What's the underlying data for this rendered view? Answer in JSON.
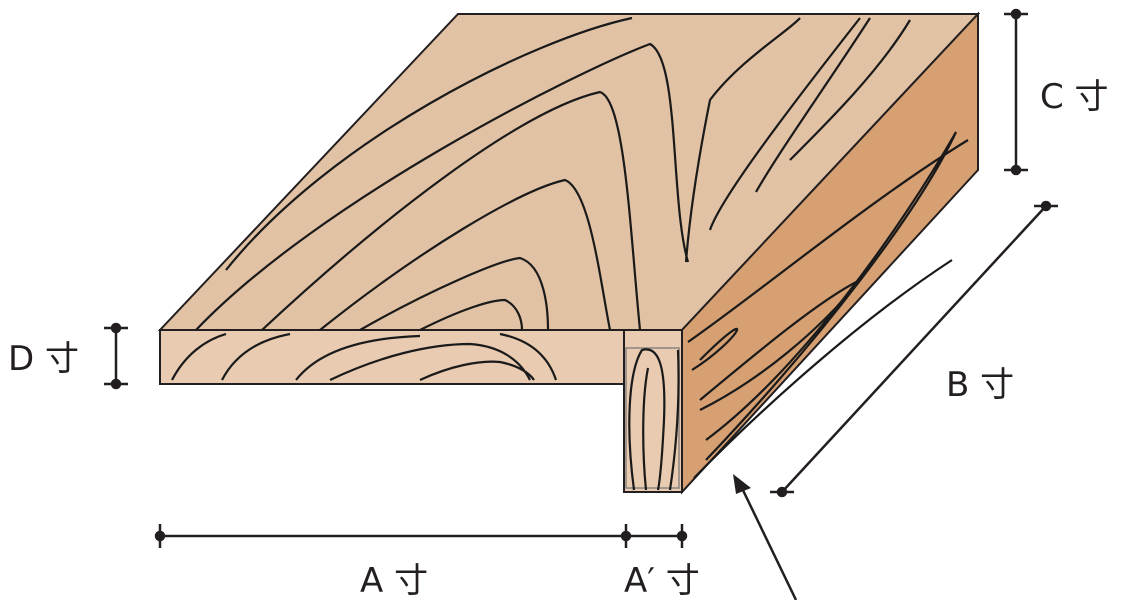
{
  "labels": {
    "a": "A 寸",
    "a_prime": "A′ 寸",
    "b": "B 寸",
    "c": "C 寸",
    "d": "D 寸"
  },
  "colors": {
    "top_face": "#e2c2a4",
    "front_face": "#e8cbb0",
    "side_face": "#d6a072",
    "outline": "#231f20",
    "grain": "#1a1a1a"
  }
}
